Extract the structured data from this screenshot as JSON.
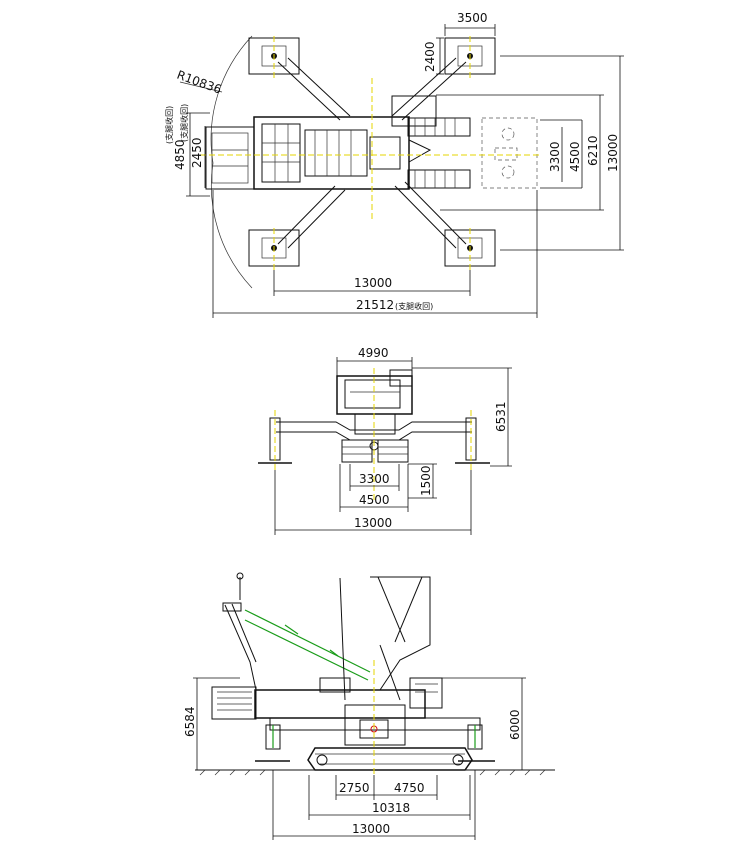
{
  "top_view": {
    "dim_3500": "3500",
    "dim_2400": "2400",
    "dim_radius": "R10836",
    "dim_4850": "4850",
    "dim_4850_note": "(支腿收回)",
    "dim_2450": "2450",
    "dim_2450_note": "(支腿收回)",
    "dim_3300": "3300",
    "dim_4500": "4500",
    "dim_6210": "6210",
    "dim_13000_right": "13000",
    "dim_13000_bottom": "13000",
    "dim_21512": "21512",
    "dim_21512_note": "(支腿收回)"
  },
  "front_view": {
    "dim_4990": "4990",
    "dim_6531": "6531",
    "dim_3300": "3300",
    "dim_1500": "1500",
    "dim_4500": "4500",
    "dim_13000": "13000"
  },
  "side_view": {
    "dim_6584": "6584",
    "dim_6000": "6000",
    "dim_2750": "2750",
    "dim_4750": "4750",
    "dim_10318": "10318",
    "dim_13000": "13000"
  },
  "colors": {
    "line": "#111111",
    "centerline": "#e6d600",
    "luffing_system": "#1a9c1a",
    "marker": "#d01010"
  }
}
